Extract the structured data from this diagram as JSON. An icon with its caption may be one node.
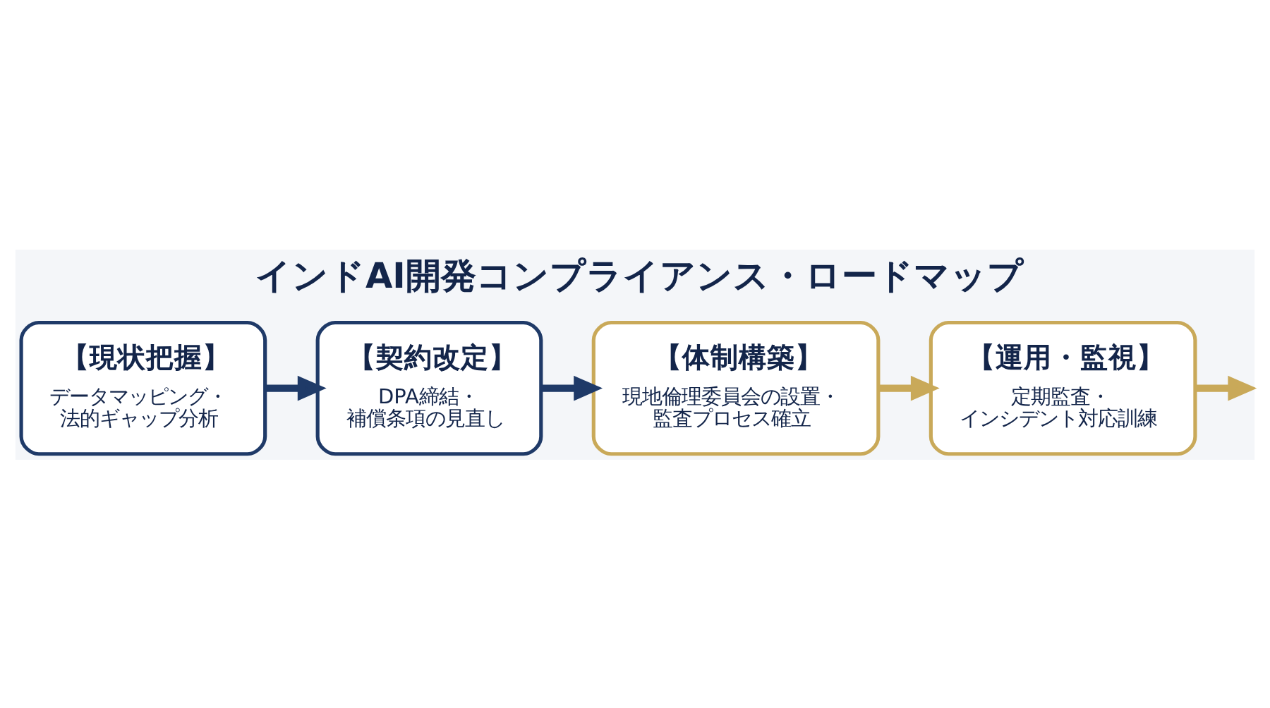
{
  "diagram": {
    "title": "インドAI開発コンプライアンス・ロードマップ",
    "nodes": [
      {
        "text": [
          "【現状把握】",
          "データマッピング・法的ギャップ分析"
        ]
      },
      {
        "text": [
          "【契約改定】",
          "DPA締結・補償条項の見直し"
        ]
      },
      {
        "text": [
          "【体制構築】",
          "現地倫理委員会の設置・監査プロセス確立"
        ]
      },
      {
        "text": [
          "【運用・監視】",
          "定期監査・インシデント対応訓練"
        ]
      }
    ],
    "edges": [
      {
        "from": 0,
        "to": 1,
        "arrow": "to",
        "color": "#1f3a68"
      },
      {
        "from": 1,
        "to": 2,
        "arrow": "to",
        "color": "#1f3a68"
      },
      {
        "from": 2,
        "to": 3,
        "arrow": "to",
        "color": "#c9a959"
      },
      {
        "from": 3,
        "to": null,
        "arrow": "to",
        "color": "#c9a959"
      }
    ]
  }
}
